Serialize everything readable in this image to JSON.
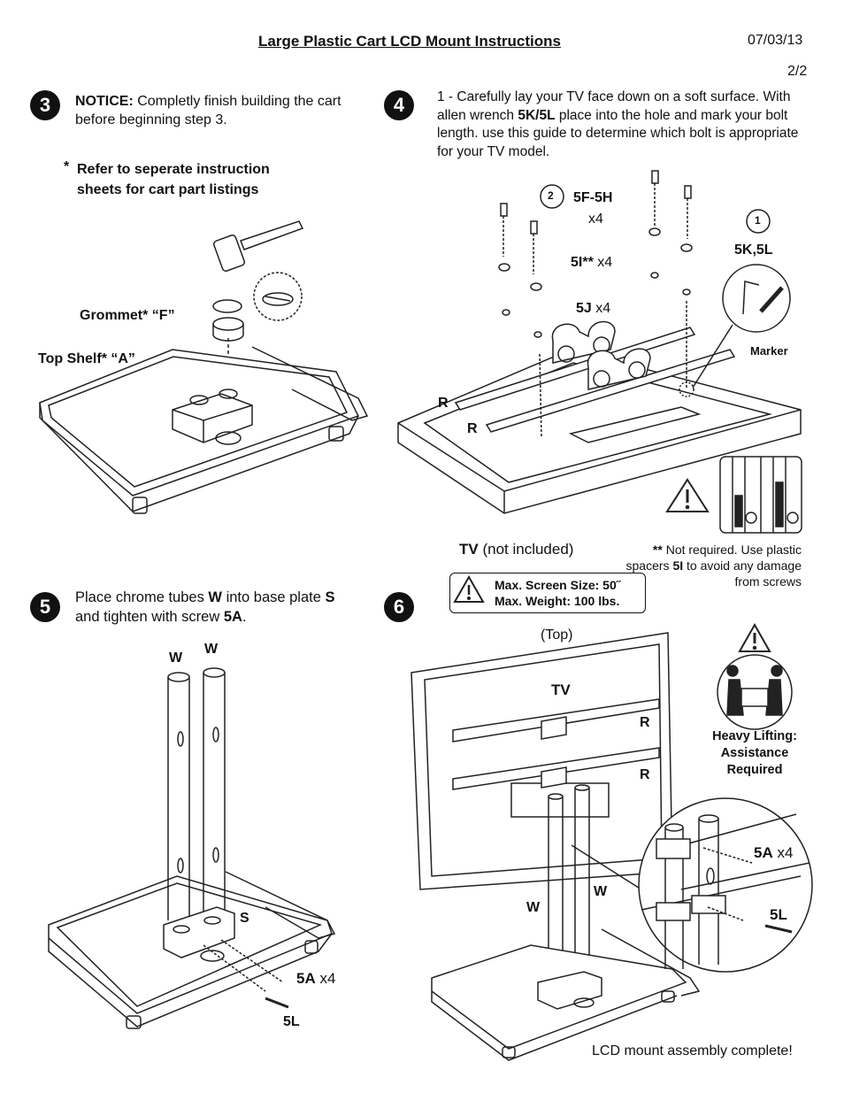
{
  "header": {
    "title": "Large Plastic Cart LCD Mount Instructions",
    "date": "07/03/13",
    "page": "2/2"
  },
  "step3": {
    "number": "3",
    "notice_label": "NOTICE:",
    "notice_text": " Completly finish building the cart before beginning step 3.",
    "refer_star": "*",
    "refer_text": "Refer to seperate instruction sheets for cart part listings",
    "grommet_label": "Grommet* “F”",
    "top_shelf_label": "Top Shelf* “A”"
  },
  "step4": {
    "number": "4",
    "line_a": "1 - Carefully lay your TV face down on a soft surface. With allen wrench ",
    "line_b": "5K/5L",
    "line_c": " place into the hole and mark your bolt length. use this guide to determine which bolt is appropriate for your TV model.",
    "callout1": "1",
    "callout2": "2",
    "part_5f": "5F-5H",
    "part_5f_qty": "x4",
    "part_5i": "5I**",
    "part_5i_qty": " x4",
    "part_5j": "5J",
    "part_5j_qty": " x4",
    "part_5k": "5K,5L",
    "marker_label": "Marker",
    "rail_r1": "R",
    "rail_r2": "R",
    "tv_label": "TV",
    "tv_note": " (not included)",
    "spacer_star": "**",
    "spacer_note_a": " Not required. Use plastic spacers ",
    "spacer_note_b": "5I",
    "spacer_note_c": " to avoid any damage from screws",
    "max_screen": "Max. Screen Size: 50˝",
    "max_weight": "Max. Weight: 100 lbs."
  },
  "step5": {
    "number": "5",
    "text_a": "Place chrome tubes ",
    "text_b": "W",
    "text_c": " into base plate ",
    "text_d": "S",
    "text_e": " and tighten with screw ",
    "text_f": "5A",
    "text_g": ".",
    "w1": "W",
    "w2": "W",
    "s_label": "S",
    "part_5a": "5A",
    "part_5a_qty": " x4",
    "part_5l": "5L"
  },
  "step6": {
    "number": "6",
    "top_label": "(Top)",
    "tv_label": "TV",
    "r1": "R",
    "r2": "R",
    "w1": "W",
    "w2": "W",
    "part_5a": "5A",
    "part_5a_qty": " x4",
    "part_5l": "5L",
    "heavy_a": "Heavy Lifting:",
    "heavy_b": "Assistance",
    "heavy_c": "Required",
    "complete": "LCD mount assembly complete!"
  }
}
